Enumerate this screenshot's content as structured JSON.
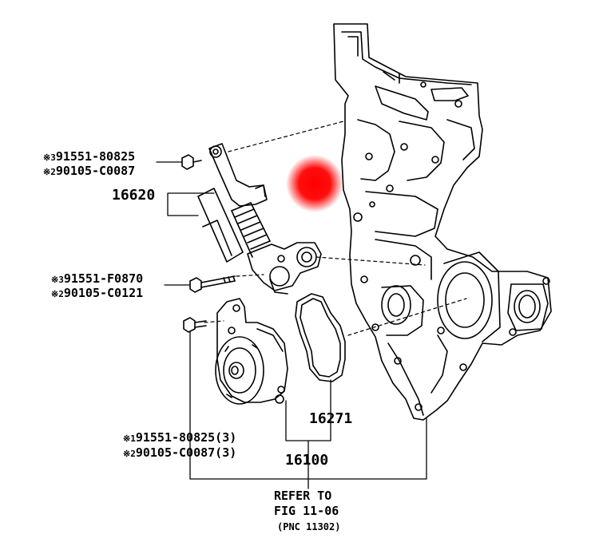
{
  "labels": {
    "bolt_a_part1": "91551-80825",
    "bolt_a_mark1": "※3",
    "bolt_a_part2": "90105-C0087",
    "bolt_a_mark2": "※2",
    "tensioner": "16620",
    "bolt_b_part1": "91551-F0870",
    "bolt_b_mark1": "※3",
    "bolt_b_part2": "90105-C0121",
    "bolt_b_mark2": "※2",
    "bolt_c_part1": "91551-80825(3)",
    "bolt_c_mark1": "※1",
    "bolt_c_part2": "90105-C0087(3)",
    "bolt_c_mark2": "※2",
    "gasket": "16271",
    "water_pump": "16100",
    "refer_line1": "REFER TO",
    "refer_line2": "FIG 11-06",
    "refer_line3": "(PNC 11302)"
  },
  "colors": {
    "ink": "#000000",
    "hotspot": "#ff0000"
  }
}
